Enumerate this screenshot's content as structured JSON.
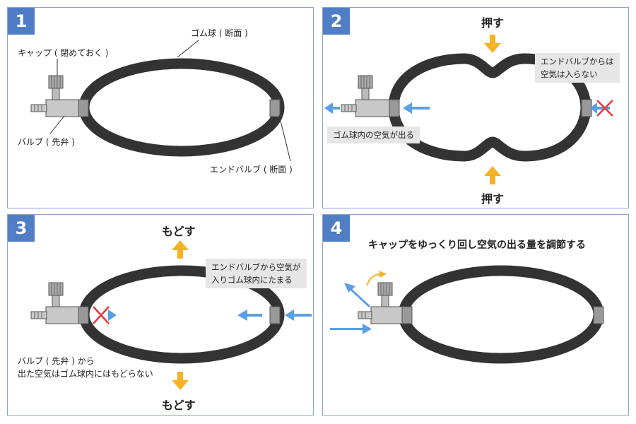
{
  "panels": [
    {
      "number": "1",
      "labels": {
        "ball": "ゴム球 ( 断面 )",
        "cap": "キャップ ( 閉めておく )",
        "valve": "バルブ ( 先弁 )",
        "end_valve": "エンドバルブ ( 断面 )"
      }
    },
    {
      "number": "2",
      "labels": {
        "push_top": "押す",
        "push_bottom": "押す",
        "note_end": "エンドバルブからは\n空気は入らない",
        "note_out": "ゴム球内の空気が出る"
      }
    },
    {
      "number": "3",
      "labels": {
        "return_top": "もどす",
        "return_bottom": "もどす",
        "note_in": "エンドバルブから空気が\n入りゴム球内にたまる",
        "valve_note": "バルブ ( 先弁 ) から\n出た空気はゴム球内にはもどらない"
      }
    },
    {
      "number": "4",
      "labels": {
        "title": "キャップをゆっくり回し空気の出る量を調節する"
      }
    }
  ],
  "colors": {
    "panel_border": "#8fa4c8",
    "number_bg": "#4f7ec5",
    "ball": "#333333",
    "arrow_blue": "#5a9ee6",
    "arrow_yellow": "#f4b324",
    "cross_red": "#e8363b",
    "note_bg": "#e6e6e6"
  }
}
